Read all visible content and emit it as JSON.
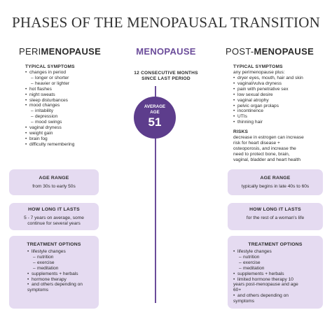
{
  "title": "PHASES OF THE MENOPAUSAL TRANSITION",
  "columns": {
    "peri": {
      "prefix": "PERI",
      "main": "MENOPAUSE"
    },
    "meno": {
      "main": "MENOPAUSE",
      "sub_line1": "12 CONSECUTIVE MONTHS",
      "sub_line2": "SINCE LAST PERIOD"
    },
    "post": {
      "prefix": "POST-",
      "main": "MENOPAUSE"
    }
  },
  "average_age": {
    "label_line1": "AVERAGE",
    "label_line2": "AGE",
    "value": "51"
  },
  "colors": {
    "accent": "#6b4c9a",
    "circle": "#5d3d8c",
    "box": "#e5dbf1"
  },
  "peri": {
    "symptoms_heading": "TYPICAL SYMPTOMS",
    "symptoms": [
      {
        "text": "changes in period",
        "type": "bullet"
      },
      {
        "text": "longer or shorter",
        "type": "sub"
      },
      {
        "text": "heavier or lighter",
        "type": "sub"
      },
      {
        "text": "hot flashes",
        "type": "bullet"
      },
      {
        "text": "night sweats",
        "type": "bullet"
      },
      {
        "text": "sleep disturbances",
        "type": "bullet"
      },
      {
        "text": "mood changes",
        "type": "bullet"
      },
      {
        "text": "irritability",
        "type": "sub"
      },
      {
        "text": "depression",
        "type": "sub"
      },
      {
        "text": "mood swings",
        "type": "sub"
      },
      {
        "text": "vaginal dryness",
        "type": "bullet"
      },
      {
        "text": "weight gain",
        "type": "bullet"
      },
      {
        "text": "brain fog",
        "type": "bullet"
      },
      {
        "text": "difficulty remembering",
        "type": "bullet"
      }
    ],
    "age_range_heading": "AGE RANGE",
    "age_range": "from 30s to early 50s",
    "duration_heading": "HOW LONG IT LASTS",
    "duration_line1": "5 - 7 years on average, some",
    "duration_line2": "continue for several years",
    "treatment_heading": "TREATMENT OPTIONS",
    "treatments": [
      {
        "text": "lifestyle changes",
        "type": "bullet"
      },
      {
        "text": "nutrition",
        "type": "sub"
      },
      {
        "text": "exercise",
        "type": "sub"
      },
      {
        "text": "meditation",
        "type": "sub"
      },
      {
        "text": "supplements + herbals",
        "type": "bullet"
      },
      {
        "text": "hormone therapy",
        "type": "bullet"
      },
      {
        "text": "and others depending on",
        "type": "bullet"
      },
      {
        "text": "symptoms",
        "type": "plain"
      }
    ]
  },
  "post": {
    "symptoms_heading": "TYPICAL SYMPTOMS",
    "symptoms_intro": "any perimenopause plus:",
    "symptoms": [
      {
        "text": "dryer eyes, mouth, hair and skin",
        "type": "bullet"
      },
      {
        "text": "vaginal/vulva dryness",
        "type": "bullet"
      },
      {
        "text": "pain with penetrative sex",
        "type": "bullet"
      },
      {
        "text": "low sexual desire",
        "type": "bullet"
      },
      {
        "text": "vaginal atrophy",
        "type": "bullet"
      },
      {
        "text": "pelvic organ prolaps",
        "type": "bullet"
      },
      {
        "text": "incontinence",
        "type": "bullet"
      },
      {
        "text": "UTIs",
        "type": "bullet"
      },
      {
        "text": "thinning hair",
        "type": "bullet"
      }
    ],
    "risks_heading": "RISKS",
    "risks_lines": [
      "decrease in estrogen can increase",
      "risk for heart disease +",
      "osteoporosis, and increase the",
      "need to protect bone, brain,",
      "vaginal, bladder and heart health"
    ],
    "age_range_heading": "AGE RANGE",
    "age_range": "typically begins in late 40s to 60s",
    "duration_heading": "HOW LONG IT LASTS",
    "duration": "for the rest of a woman's life",
    "treatment_heading": "TREATMENT OPTIONS",
    "treatments": [
      {
        "text": "lifestyle changes",
        "type": "bullet"
      },
      {
        "text": "nutrition",
        "type": "sub"
      },
      {
        "text": "exercise",
        "type": "sub"
      },
      {
        "text": "meditation",
        "type": "sub"
      },
      {
        "text": "supplements + herbals",
        "type": "bullet"
      },
      {
        "text": "limited hormone therapy 10",
        "type": "bullet"
      },
      {
        "text": "years post-menopause and age",
        "type": "plain"
      },
      {
        "text": "60+",
        "type": "plain"
      },
      {
        "text": "and others depending on",
        "type": "bullet"
      },
      {
        "text": "symptoms",
        "type": "plain"
      }
    ]
  }
}
